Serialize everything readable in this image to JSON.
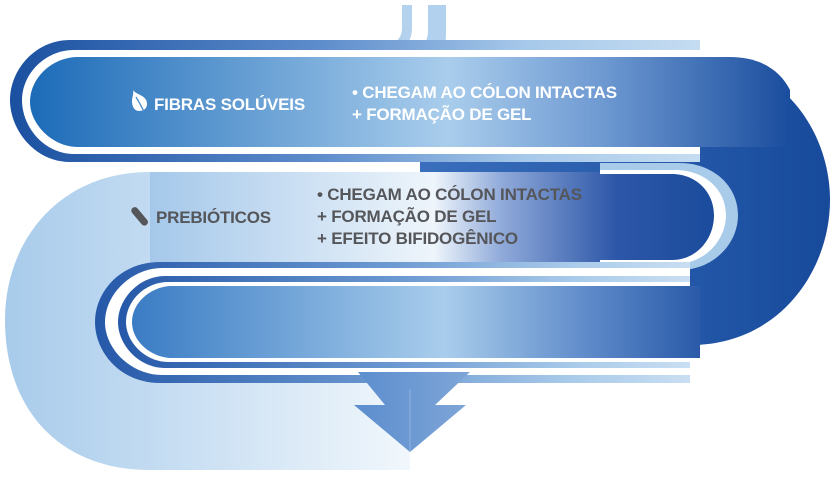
{
  "diagram": {
    "type": "intestinal-flow",
    "stages": [
      {
        "title": "FIBRAS SOLÚVEIS",
        "icon": "leaf-icon",
        "lines": [
          "• CHEGAM AO CÓLON INTACTAS",
          "+ FORMAÇÃO DE GEL"
        ]
      },
      {
        "title": "PREBIÓTICOS",
        "icon": "capsule-icon",
        "lines": [
          "• CHEGAM AO CÓLON INTACTAS",
          "+ FORMAÇÃO DE GEL",
          "+ EFEITO BIFIDOGÊNICO"
        ]
      }
    ],
    "colors": {
      "dark_blue": "#1b4fa0",
      "mid_blue": "#5b93d0",
      "light_blue": "#a9cbea",
      "pale_blue": "#e8f1fa",
      "text_dark": "#55565a",
      "arrow": "#6b97d0"
    }
  }
}
